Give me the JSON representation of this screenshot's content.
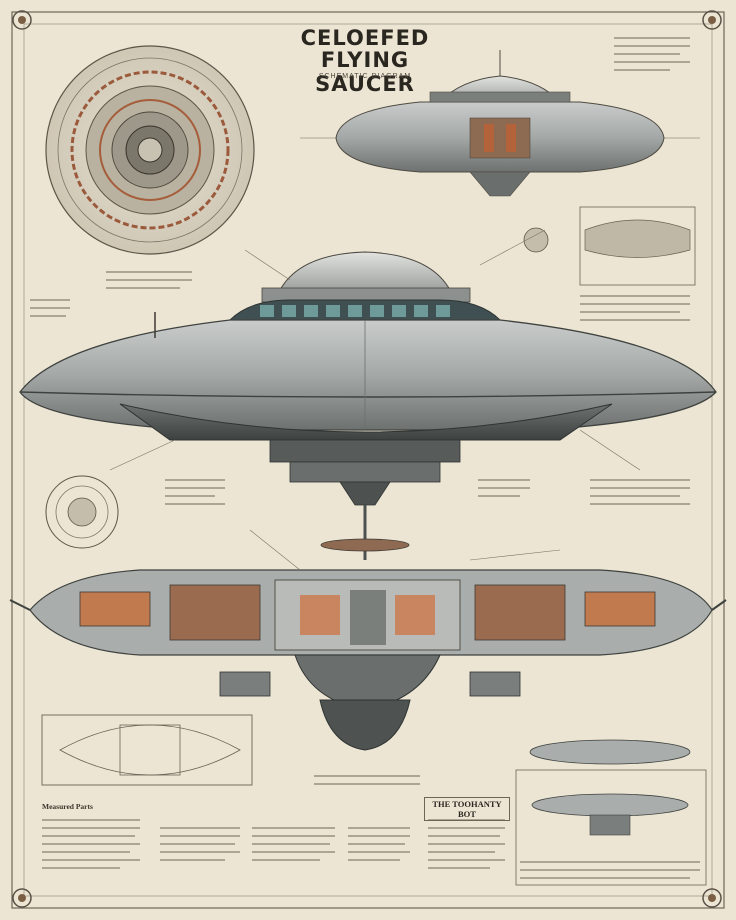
{
  "poster": {
    "title_line1": "CELOEFED",
    "title_line2": "FLYING SAUCER",
    "subtitle": "SCHEMATIC DIAGRAM",
    "footer_heading_left": "Measured Parts",
    "footer_heading_right": "THE TOOHANTY BOT"
  },
  "colors": {
    "paper": "#ece5d3",
    "ink": "#3a342b",
    "hull": "#9ea3a1",
    "hull_dark": "#5f6462",
    "copper": "#b4623a",
    "teal": "#5c8f8f"
  }
}
